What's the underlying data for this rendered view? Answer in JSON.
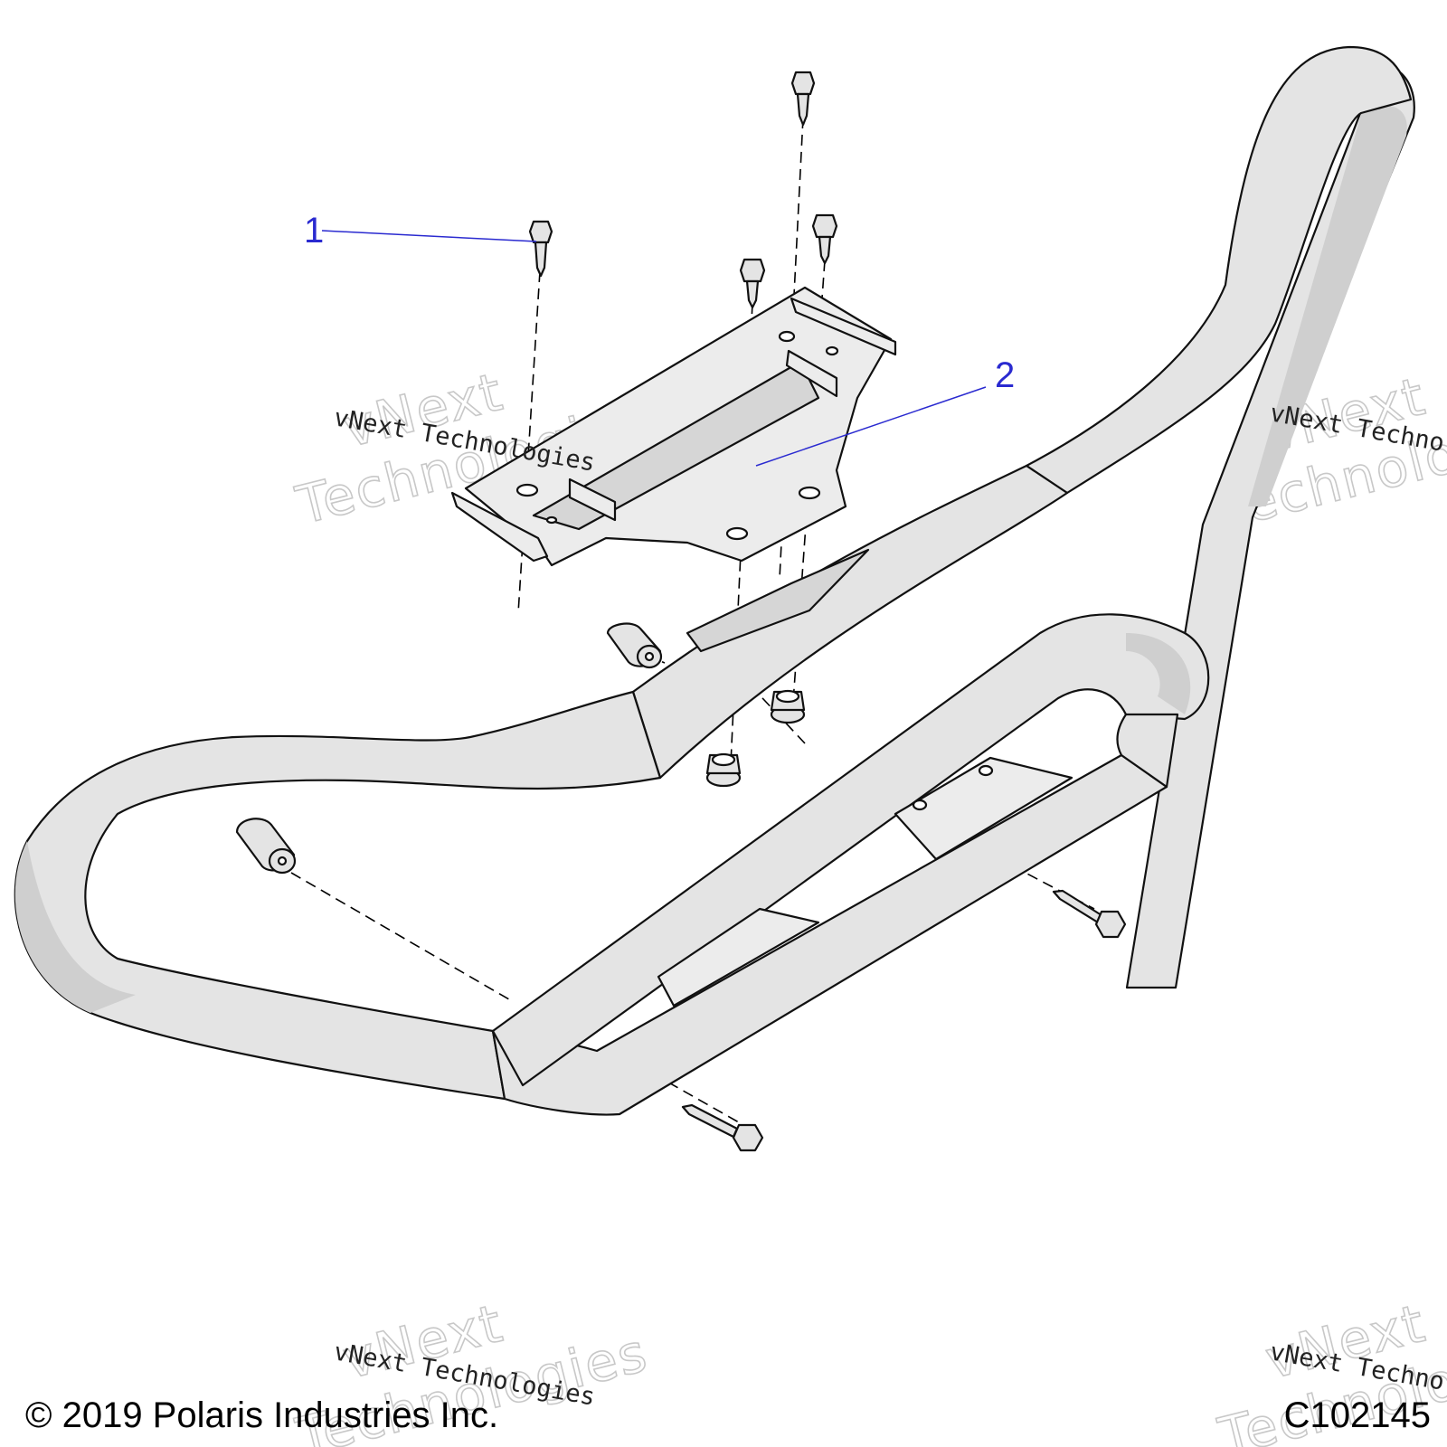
{
  "callouts": [
    {
      "number": "1"
    },
    {
      "number": "2"
    }
  ],
  "watermark": {
    "line": "vNext Technologies",
    "big_top": "vNext",
    "big_bottom": "Technologies"
  },
  "footer": {
    "copyright": "© 2019 Polaris Industries Inc.",
    "figure_id": "C102145"
  },
  "colors": {
    "callout": "#2a2ad0",
    "ink": "#111111",
    "tube": "#e4e4e4"
  }
}
